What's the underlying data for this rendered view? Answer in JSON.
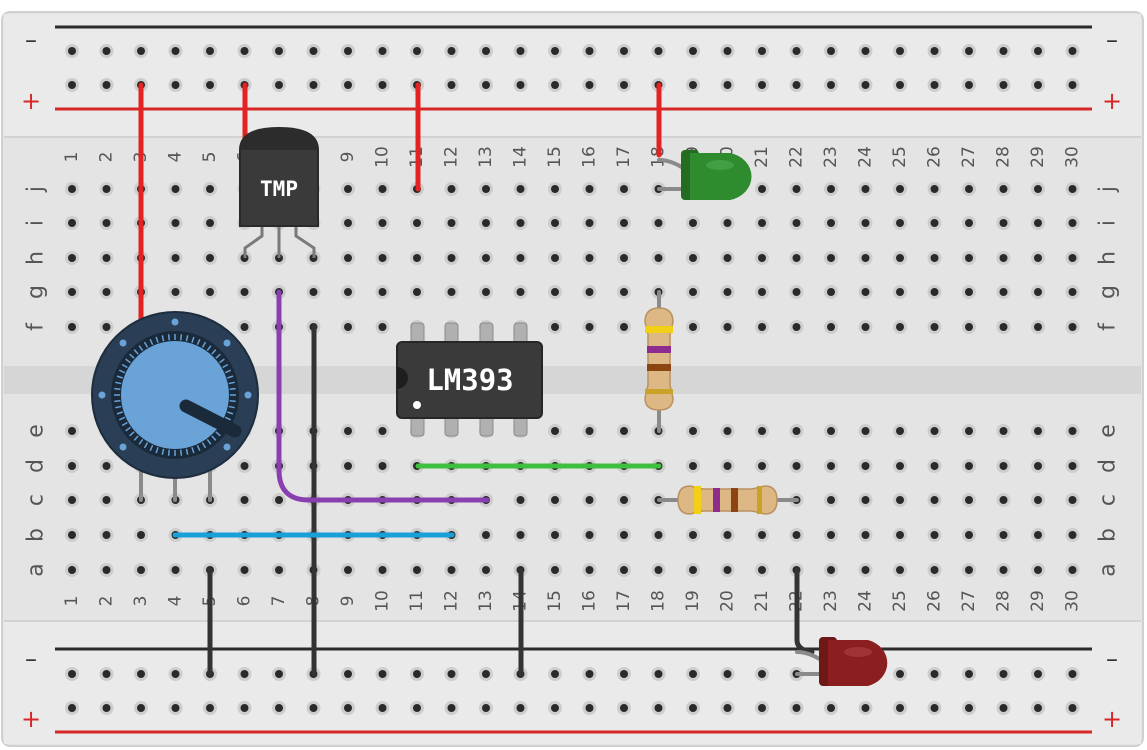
{
  "board": {
    "colors": {
      "body": "#e4e4e4",
      "rail_area": "#eaeaea",
      "channel": "#d6d6d6",
      "hole": "#2a2a2a",
      "hole_ring": "#c9c9c9",
      "rail_plus": "#d62828",
      "rail_minus": "#2b2b2b",
      "label": "#555555"
    },
    "columns": [
      "1",
      "2",
      "3",
      "4",
      "5",
      "6",
      "7",
      "8",
      "9",
      "10",
      "11",
      "12",
      "13",
      "14",
      "15",
      "16",
      "17",
      "18",
      "19",
      "20",
      "21",
      "22",
      "23",
      "24",
      "25",
      "26",
      "27",
      "28",
      "29",
      "30"
    ],
    "top_rows": [
      "j",
      "i",
      "h",
      "g",
      "f"
    ],
    "bottom_rows": [
      "e",
      "d",
      "c",
      "b",
      "a"
    ],
    "rail_minus_label": "–",
    "rail_plus_label": "+"
  },
  "components": {
    "temp_sensor": {
      "label": "TMP",
      "color": "#3a3a3a"
    },
    "comparator": {
      "label": "LM393",
      "color": "#3a3a3a"
    },
    "potentiometer": {
      "knob_color": "#6aa3d8",
      "body_color": "#2a3f55"
    },
    "green_led": {
      "color": "#2e8b2e"
    },
    "red_led": {
      "color": "#8b1e1e"
    },
    "resistor_vertical": {
      "bands": [
        "#f2d017",
        "#8e2b8e",
        "#8b4513",
        "#c9a227"
      ]
    },
    "resistor_horizontal": {
      "bands": [
        "#f2d017",
        "#8e2b8e",
        "#8b4513",
        "#c9a227"
      ]
    }
  },
  "wires": {
    "colors": {
      "red": "#e52222",
      "black": "#333333",
      "purple": "#8a3fb0",
      "green": "#3fbf3f",
      "blue": "#1aa0d8"
    }
  }
}
